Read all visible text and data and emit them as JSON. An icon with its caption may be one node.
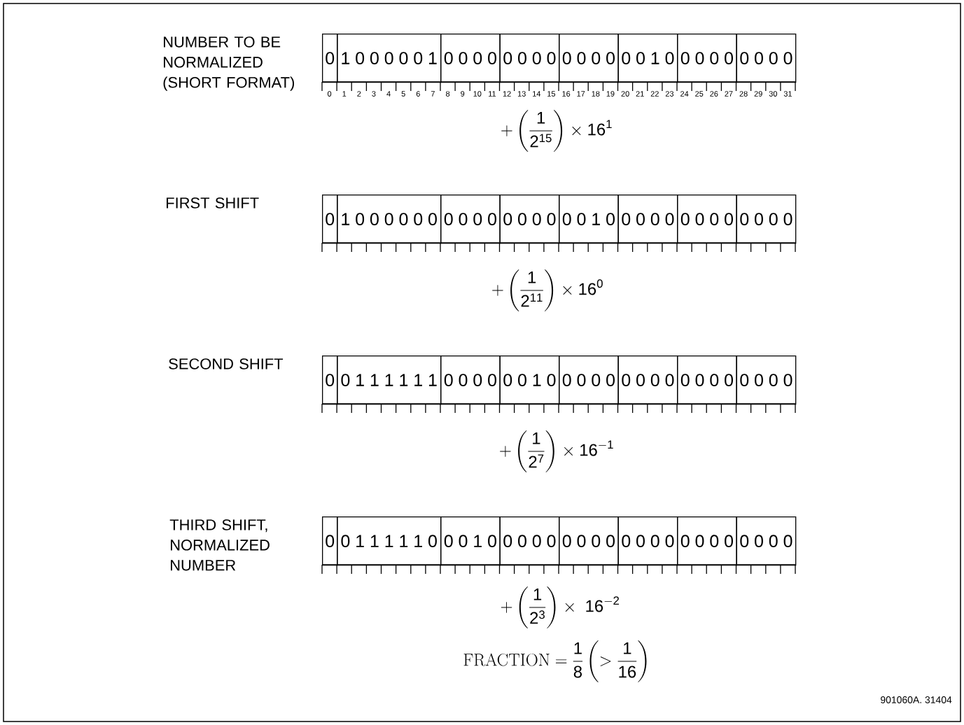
{
  "diagram": {
    "nodes": [
      {
        "text": [
          "0"
        ]
      },
      {
        "text": [
          "1 0 0 0 0 0 1"
        ]
      },
      {
        "text": [
          "0 0 0 0"
        ]
      },
      {
        "text": [
          "0 0 0 0"
        ]
      },
      {
        "text": [
          "0 0 0 0"
        ]
      },
      {
        "text": [
          "0 0 1 0"
        ]
      },
      {
        "text": [
          "0 0 0 0"
        ]
      },
      {
        "text": [
          "0 0 0 0"
        ]
      },
      {
        "text": [
          "0"
        ]
      },
      {
        "text": [
          "1 0 0 0 0 0 0"
        ]
      },
      {
        "text": [
          "0 0 0 0"
        ]
      },
      {
        "text": [
          "0 0 0 0"
        ]
      },
      {
        "text": [
          "0 0 1 0"
        ]
      },
      {
        "text": [
          "0 0 0 0"
        ]
      },
      {
        "text": [
          "0 0 0 0"
        ]
      },
      {
        "text": [
          "0 0 0 0"
        ]
      },
      {
        "text": [
          "0"
        ]
      },
      {
        "text": [
          "0 1 1 1 1 1 1"
        ]
      },
      {
        "text": [
          "0 0 0 0"
        ]
      },
      {
        "text": [
          "0 0 1 0"
        ]
      },
      {
        "text": [
          "0 0 0 0"
        ]
      },
      {
        "text": [
          "0 0 0 0"
        ]
      },
      {
        "text": [
          "0 0 0 0"
        ]
      },
      {
        "text": [
          "0 0 0 0"
        ]
      },
      {
        "text": [
          "0"
        ]
      },
      {
        "text": [
          "0 1 1 1 1 1 0"
        ]
      },
      {
        "text": [
          "0 0 1 0"
        ]
      },
      {
        "text": [
          "0 0 0 0"
        ]
      },
      {
        "text": [
          "0 0 0 0"
        ]
      },
      {
        "text": [
          "0 0 0 0"
        ]
      },
      {
        "text": [
          "0 0 0 0"
        ]
      },
      {
        "text": [
          "0 0 0 0"
        ]
      }
    ],
    "labels": [
      "NUMBER TO BE NORMALIZED (SHORT FORMAT)",
      "0",
      "1",
      "2",
      "3",
      "4",
      "5",
      "6",
      "7",
      "8",
      "9",
      "10",
      "11",
      "12",
      "13",
      "14",
      "15",
      "16",
      "17",
      "18",
      "19",
      "20",
      "21",
      "22",
      "23",
      "24",
      "25",
      "26",
      "27",
      "28",
      "29",
      "30",
      "31",
      "+\\left(\\frac{1}{2^{15}}\\right)\\times 16^{1}",
      "FIRST SHIFT",
      "+\\left(\\frac{1}{2^{11}}\\right)\\times 16^{0}",
      "SECOND SHIFT",
      "+\\left(\\frac{1}{2^{7}}\\right)\\times 16^{-1}",
      "THIRD SHIFT, NORMALIZED NUMBER",
      "+\\left(\\frac{1}{2^{3}}\\right)\\times\\ 16^{-2}",
      "\\mathrm{FRACTION} = \\frac{1}{8}\\left(> \\frac{1}{16}\\right)",
      "901060A. 31404"
    ]
  }
}
